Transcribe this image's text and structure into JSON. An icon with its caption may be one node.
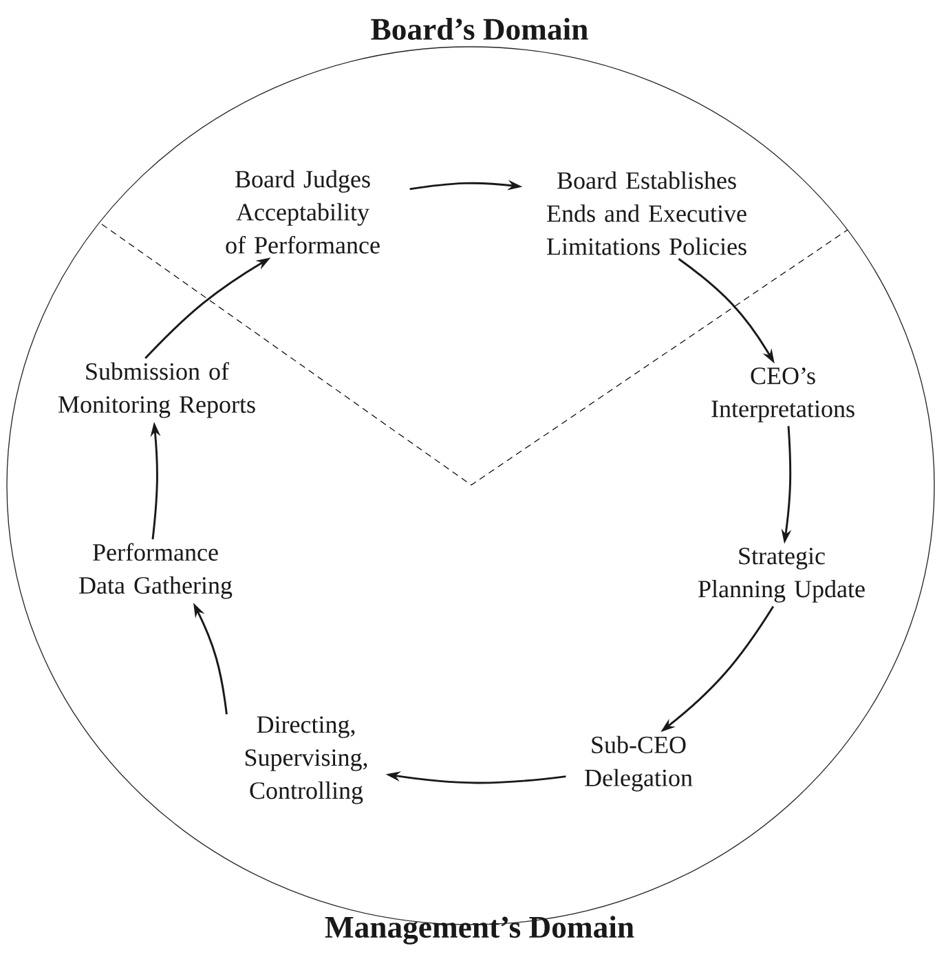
{
  "diagram": {
    "nodes": [
      {
        "text": [
          "Board Judges Acceptability of Performance"
        ]
      },
      {
        "text": [
          "Board Establishes Ends and Executive Limitations Policies"
        ]
      },
      {
        "text": [
          "CEO’s Interpretations"
        ]
      },
      {
        "text": [
          "Strategic Planning Update"
        ]
      },
      {
        "text": [
          "Sub-CEO Delegation"
        ]
      },
      {
        "text": [
          "Directing, Supervising, Controlling"
        ]
      },
      {
        "text": [
          "Performance Data Gathering"
        ]
      },
      {
        "text": [
          "Submission of Monitoring Reports"
        ]
      }
    ],
    "edges": [
      {
        "from": 0,
        "to": 1,
        "arrow": "to"
      },
      {
        "from": 1,
        "to": 2,
        "arrow": "to"
      },
      {
        "from": 2,
        "to": 3,
        "arrow": "to"
      },
      {
        "from": 3,
        "to": 4,
        "arrow": "to"
      },
      {
        "from": 4,
        "to": 5,
        "arrow": "to"
      },
      {
        "from": 5,
        "to": 6,
        "arrow": "to"
      },
      {
        "from": 6,
        "to": 7,
        "arrow": "to"
      },
      {
        "from": 7,
        "to": 0,
        "arrow": "to"
      }
    ],
    "labels": [
      "Board’s Domain",
      "Management’s Domain"
    ]
  }
}
